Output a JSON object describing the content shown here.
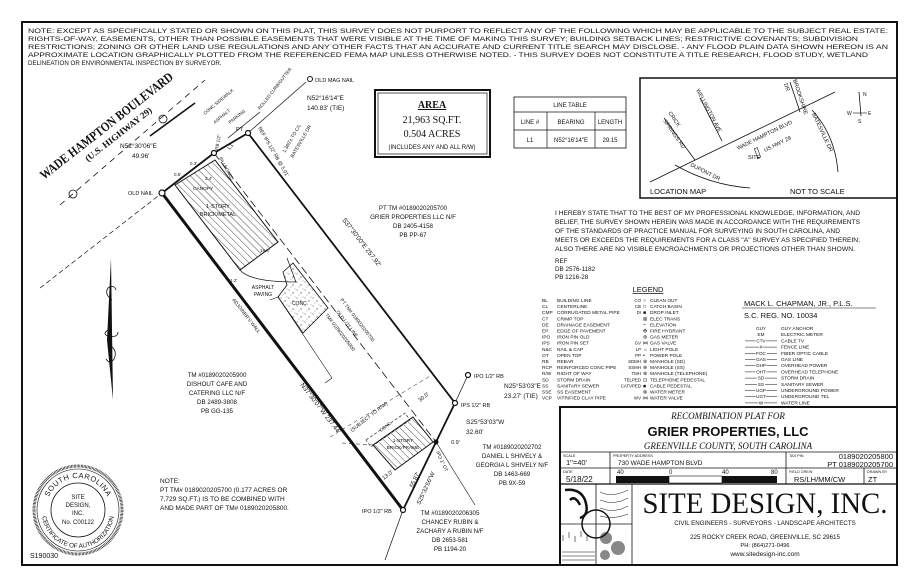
{
  "top_note": [
    "NOTE: EXCEPT AS SPECIFICALLY STATED OR SHOWN ON THIS PLAT, THIS SURVEY DOES NOT PURPORT TO REFLECT ANY OF THE FOLLOWING WHICH MAY BE APPLICABLE TO THE SUBJECT REAL ESTATE:",
    "RIGHTS-OF-WAY, EASEMENTS, OTHER THAN POSSIBLE EASEMENTS THAT WERE VISIBLE AT THE TIME OF MAKING THIS SURVEY; BUILDING SETBACK LINES; RESTRICTIVE COVENANTS; SUBDIVISION",
    "RESTRICTIONS; ZONING OR OTHER LAND USE REGULATIONS AND ANY OTHER FACTS THAT AN ACCURATE AND CURRENT TITLE SEARCH MAY DISCLOSE. - ANY FLOOD PLAIN DATA SHOWN HEREON IS AN",
    "APPROXIMATE LOCATION GRAPHICALLY PLOTTED FROM THE REFERENCED FEMA MAP UNLESS OTHERWISE NOTED. - THIS SURVEY DOES NOT CONSTITUTE A TITLE RESEARCH, FLOOD STUDY, WETLAND",
    "DELINEATION OR ENVIRONMENTAL INSPECTION BY SURVEYOR."
  ],
  "road": {
    "name": "WADE HAMPTON BOULEVARD",
    "sub": "(U.S. HIGHWAY 29)"
  },
  "area": {
    "title": "AREA",
    "sqft": "21,963 SQ.FT.",
    "acres": "0.504 ACRES",
    "note": "(INCLUDES ANY AND ALL R/W)"
  },
  "line_table": {
    "title": "LINE TABLE",
    "headers": [
      "LINE #",
      "BEARING",
      "LENGTH"
    ],
    "rows": [
      [
        "L1",
        "N52°16'14\"E",
        "29.15"
      ]
    ]
  },
  "location_map": {
    "title": "LOCATION MAP",
    "scale": "NOT TO SCALE",
    "streets": {
      "wade": "WADE HAMPTON BLVD",
      "hwy": "US HWY 29",
      "crick1": "CRICK",
      "crick2": "SPRINGS RD",
      "wellington": "WELLINGTON AVE",
      "brook1": "BROOKSHIRE",
      "brook2": "DR",
      "batesville": "BATESVILLE DR",
      "dupont": "DUPONT DR",
      "site": "SITE"
    },
    "compass": {
      "n": "N",
      "s": "S",
      "e": "E",
      "w": "W"
    }
  },
  "certification": [
    "I HEREBY STATE THAT TO THE BEST OF MY PROFESSIONAL KNOWLEDGE, INFORMATION, AND",
    "BELIEF, THE SURVEY SHOWN HEREIN WAS MADE IN ACCORDANCE WITH THE REQUIREMENTS",
    "OF THE STANDARDS OF PRACTICE MANUAL FOR SURVEYING IN SOUTH CAROLINA, AND",
    "MEETS OR EXCEEDS THE REQUIREMENTS FOR A CLASS \"A\" SURVEY AS SPECIFIED THEREIN;",
    "ALSO THERE ARE NO VISIBLE ENCROACHMENTS OR PROJECTIONS OTHER THAN SHOWN."
  ],
  "reference": [
    "REF",
    "DB 2576-1182",
    "PB 1216-28"
  ],
  "surveyor": {
    "name": "MACK L. CHAPMAN, JR., P.L.S.",
    "reg": "S.C. REG. NO. 10034"
  },
  "legend": {
    "title": "LEGEND",
    "left": [
      [
        "BL",
        "BUILDING LINE"
      ],
      [
        "CL",
        "CENTERLINE"
      ],
      [
        "CMP",
        "CORRUGATED METAL PIPE"
      ],
      [
        "CT",
        "CRIMP TOP"
      ],
      [
        "DE",
        "DRAINAGE EASEMENT"
      ],
      [
        "EP",
        "EDGE OF PAVEMENT"
      ],
      [
        "IPO",
        "IRON PIN OLD"
      ],
      [
        "IPS",
        "IRON PIN SET"
      ],
      [
        "N&C",
        "NAIL & CAP"
      ],
      [
        "OT",
        "OPEN TOP"
      ],
      [
        "RB",
        "REBAR"
      ],
      [
        "RCP",
        "REINFORCED CONC PIPE"
      ],
      [
        "R/W",
        "RIGHT OF WAY"
      ],
      [
        "SD",
        "STORM DRAIN"
      ],
      [
        "SS",
        "SANITARY SEWER"
      ],
      [
        "SSE",
        "SS EASEMENT"
      ],
      [
        "VCP",
        "VITRIFIED CLAY PIPE"
      ]
    ],
    "middle": [
      [
        "CO",
        "CLEAN OUT"
      ],
      [
        "CB",
        "CATCH BASIN"
      ],
      [
        "DI",
        "DROP INLET"
      ],
      [
        "",
        "ELEC TRANS"
      ],
      [
        "",
        "ELEVATION"
      ],
      [
        "",
        "FIRE HYDRANT"
      ],
      [
        "",
        "GAS METER"
      ],
      [
        "GV",
        "GAS VALVE"
      ],
      [
        "LP",
        "LIGHT POLE"
      ],
      [
        "PP",
        "POWER POLE"
      ],
      [
        "SDMH",
        "MANHOLE (SD)"
      ],
      [
        "SSMH",
        "MANHOLE (SS)"
      ],
      [
        "TMH",
        "MANHOLE (TELEPHONE)"
      ],
      [
        "TELPED",
        "TELEPHONE PEDESTAL"
      ],
      [
        "CATVPED",
        "CABLE PEDESTAL"
      ],
      [
        "",
        "WATER METER"
      ],
      [
        "WV",
        "WATER VALVE"
      ]
    ],
    "right": [
      [
        "GUY",
        "GUY ANCHOR"
      ],
      [
        "EM",
        "ELECTRIC METER"
      ],
      [
        "CTV",
        "CABLE TV"
      ],
      [
        "X",
        "FENCE LINE"
      ],
      [
        "FOC",
        "FIBER OPTIC CABLE"
      ],
      [
        "GAS",
        "GAS LINE"
      ],
      [
        "OHP",
        "OVERHEAD POWER"
      ],
      [
        "OHT",
        "OVERHEAD TELEPHONE"
      ],
      [
        "SD",
        "STORM DRAIN"
      ],
      [
        "SS",
        "SANITARY SEWER"
      ],
      [
        "UGP",
        "UNDERGROUND POWER"
      ],
      [
        "UGT",
        "UNDERGROUND TEL"
      ],
      [
        "W",
        "WATER LINE"
      ]
    ]
  },
  "title_block": {
    "line1": "RECOMBINATION PLAT FOR",
    "owner": "GRIER PROPERTIES, LLC",
    "county": "GREENVILLE COUNTY, SOUTH CAROLINA",
    "scale_label": "SCALE",
    "scale": "1\"=40'",
    "address_label": "PROPERTY ADDRESS",
    "address": "730 WADE HAMPTON BLVD",
    "taxpin_label": "TAX PIN",
    "taxpin1": "0189020205800",
    "taxpin2": "PT 0189020205700",
    "date_label": "DATE",
    "date": "5/18/22",
    "scalebar": [
      "40",
      "0",
      "40",
      "80"
    ],
    "crew_label": "FIELD CREW",
    "crew": "RS/LH/MM/CW",
    "drawn_label": "DRAWN BY",
    "drawn": "ZT"
  },
  "company": {
    "name": "SITE DESIGN, INC.",
    "tagline": "CIVIL ENGINEERS - SURVEYORS - LANDSCAPE ARCHITECTS",
    "address": "225 ROCKY CREEK ROAD, GREENVILLE, SC 29615",
    "phone": "PH: (864)271-0496",
    "web": "www.sitedesign-inc.com"
  },
  "seal": {
    "top": "SOUTH CAROLINA",
    "bottom": "CERTIFICATE OF AUTHORIZATION",
    "lines": [
      "SITE",
      "DESIGN,",
      "INC.",
      "No. C00122"
    ]
  },
  "bottom_note": [
    "NOTE:",
    "PT TM# 0189020205700 (0.177 ACRES OR",
    "7,729 SQ.FT.) IS TO BE COMBINED WITH",
    "AND MADE PART OF TM# 0189020205800."
  ],
  "job_number": "S190030",
  "plat": {
    "old_mag_nail": "OLD MAG NAIL",
    "tie1": [
      "N52°16'14\"E",
      "140.83' (TIE)"
    ],
    "rolled_curb": "ROLLED CURB/GUTTER",
    "conc_sidewalk": "CONC SIDEWALK",
    "asphalt": "ASPHALT",
    "parking": "PARKING",
    "front_bearing": [
      "N52°30'06\"E",
      "49.96'"
    ],
    "old_nail": "OLD NAIL",
    "pt": "PT",
    "l1": "L1",
    "rb": "RB 1/2\"",
    "ips_front": "REF IPS 1/2\" RB @ 5.01'",
    "to_cl": "1,360'± TO C/L",
    "batesville": "BATESVILLE DR",
    "billboard": "BILLBOARD",
    "canopy": "CANOPY",
    "bldg1": [
      "1-STORY",
      "BRICK/METAL"
    ],
    "asphalt_paving": [
      "ASPHALT",
      "PAVING"
    ],
    "conc": "CONC.",
    "adjoiner_wall": "ADJOINER'S WALL",
    "east_line": "S37°30'00\"E  257.92'",
    "west_line": "N37°30'07\"W  237.44'",
    "old_lot": [
      "PT TM# 0189020205700",
      "OLD LOT LINE",
      "TM# 0189020205800"
    ],
    "north_parcel": [
      "PT TM #0189020205700",
      "GRIER PROPERTIES LLC N/F",
      "DB 2405-4158",
      "PB PP-67"
    ],
    "west_parcel": [
      "TM #0189020205900",
      "DISHOUT CAFE AND",
      "CATERING LLC N/F",
      "DB 2489-3808",
      "PB GG-135"
    ],
    "subject_rw": "(SUBJECT TO R/W)",
    "dim_30": "30.0'",
    "dim_13": "13.0'",
    "dim_09": "0.9'",
    "dims_front": [
      "0.3'",
      "0.5'",
      "3.4'",
      "11.2'",
      "18.5'"
    ],
    "bldg2": [
      "1-STORY",
      "BRICK/FRAME"
    ],
    "conc2": "CONC.",
    "ipo_top": "IPO 1/2\" RB",
    "tie2": [
      "N25°53'03\"E",
      "23.27' (TIE)"
    ],
    "ips_rear": "IPS 1/2\" RB",
    "rear1": [
      "S25°53'03\"W",
      "32.60'"
    ],
    "east_parcel": [
      "TM #0189020202702",
      "DANIEL L SHIVELY &",
      "GEORGIA L SHIVELY N/F",
      "DB 1463-669",
      "PB 9X-59"
    ],
    "rear2": [
      "55.87'",
      "S25°32'56\"W"
    ],
    "ipo_ot": "IPO 1\" OT",
    "ipo_bottom": "IPO 1/2\" RB",
    "south_parcel": [
      "TM #0189020206305",
      "CHANCEY RUBIN &",
      "ZACHARY A RUBIN N/F",
      "DB 2653-581",
      "PB 1194-20"
    ]
  }
}
